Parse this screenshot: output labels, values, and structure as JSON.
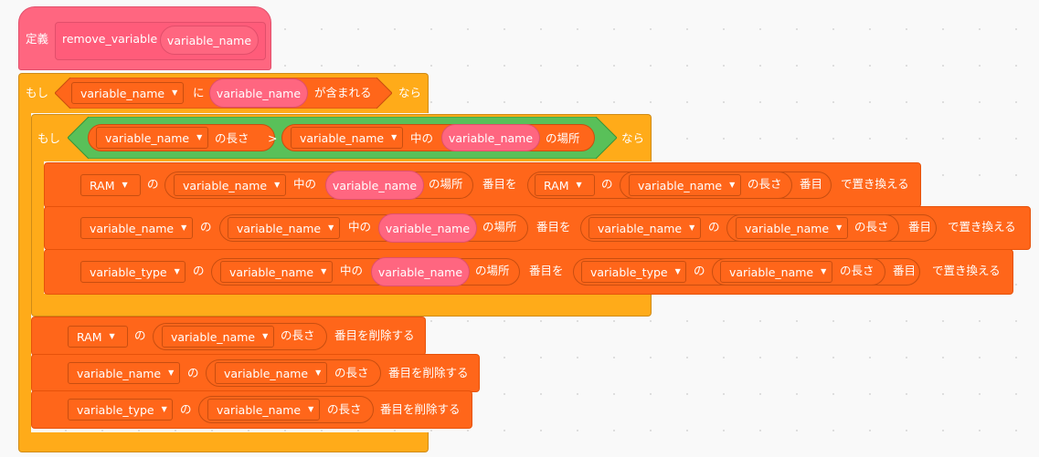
{
  "define_block": {
    "keyword": "定義",
    "name": "remove_variable",
    "param": "variable_name"
  },
  "if_outer": {
    "if_label": "もし",
    "list_dropdown": "variable_name",
    "ni": "に",
    "item": "variable_name",
    "contains": "が含まれる",
    "then": "なら"
  },
  "if_inner": {
    "if_label": "もし",
    "left_list": "variable_name",
    "left_length": "の長さ",
    "op": ">",
    "right_list": "variable_name",
    "naka_no": "中の",
    "right_item": "variable_name",
    "basho": "の場所",
    "then": "なら"
  },
  "replace_blocks": [
    {
      "list": "RAM",
      "no": "の",
      "idx_list": "variable_name",
      "naka_no": "中の",
      "idx_item": "variable_name",
      "basho": "の場所",
      "bangme_wo": "番目を",
      "val_list": "RAM",
      "no2": "の",
      "len_list": "variable_name",
      "len": "の長さ",
      "bangme": "番目",
      "replace": "で置き換える"
    },
    {
      "list": "variable_name",
      "no": "の",
      "idx_list": "variable_name",
      "naka_no": "中の",
      "idx_item": "variable_name",
      "basho": "の場所",
      "bangme_wo": "番目を",
      "val_list": "variable_name",
      "no2": "の",
      "len_list": "variable_name",
      "len": "の長さ",
      "bangme": "番目",
      "replace": "で置き換える"
    },
    {
      "list": "variable_type",
      "no": "の",
      "idx_list": "variable_name",
      "naka_no": "中の",
      "idx_item": "variable_name",
      "basho": "の場所",
      "bangme_wo": "番目を",
      "val_list": "variable_type",
      "no2": "の",
      "len_list": "variable_name",
      "len": "の長さ",
      "bangme": "番目",
      "replace": "で置き換える"
    }
  ],
  "delete_blocks": [
    {
      "list": "RAM",
      "no": "の",
      "len_list": "variable_name",
      "len": "の長さ",
      "delete": "番目を削除する"
    },
    {
      "list": "variable_name",
      "no": "の",
      "len_list": "variable_name",
      "len": "の長さ",
      "delete": "番目を削除する"
    },
    {
      "list": "variable_type",
      "no": "の",
      "len_list": "variable_name",
      "len": "の長さ",
      "delete": "番目を削除する"
    }
  ],
  "colors": {
    "control": "#ffab19",
    "list": "#ff661a",
    "custom": "#ff6680",
    "operator": "#59c059"
  },
  "icons": {
    "dropdown": "caret-down-icon"
  }
}
